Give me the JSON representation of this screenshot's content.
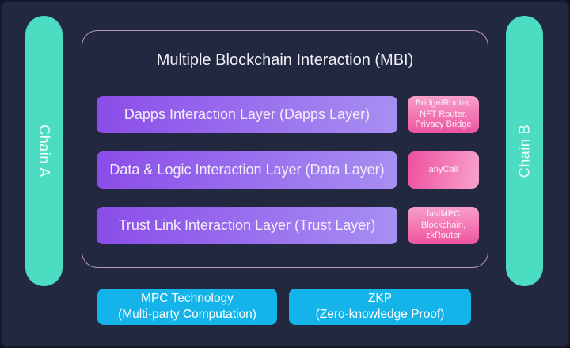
{
  "diagram": {
    "title": "Multiple Blockchain Interaction (MBI)",
    "chain_left": "Chain A",
    "chain_right": "Chain B",
    "layers": [
      {
        "label": "Dapps Interaction Layer (Dapps Layer)",
        "badge": "Bridge/Router,\nNFT Router,\nPrivacy Bridge"
      },
      {
        "label": "Data & Logic Interaction Layer (Data Layer)",
        "badge": "anyCall"
      },
      {
        "label": "Trust Link Interaction Layer (Trust Layer)",
        "badge": "fastMPC\nBlockchain,\nzkRouter"
      }
    ],
    "technologies": [
      {
        "label": "MPC Technology\n(Multi-party Computation)"
      },
      {
        "label": "ZKP\n(Zero-knowledge Proof)"
      }
    ],
    "colors": {
      "background": "#222840",
      "chain_pill": "#4BDCC1",
      "layer_gradient_start": "#8B4DE9",
      "layer_gradient_end": "#A78FF2",
      "badge_gradient_start": "#EE4F9E",
      "badge_gradient_end": "#F7A3CD",
      "tech_box": "#14B4EA",
      "container_border": "#BF92C4",
      "title_text": "#EFF1F7"
    }
  }
}
